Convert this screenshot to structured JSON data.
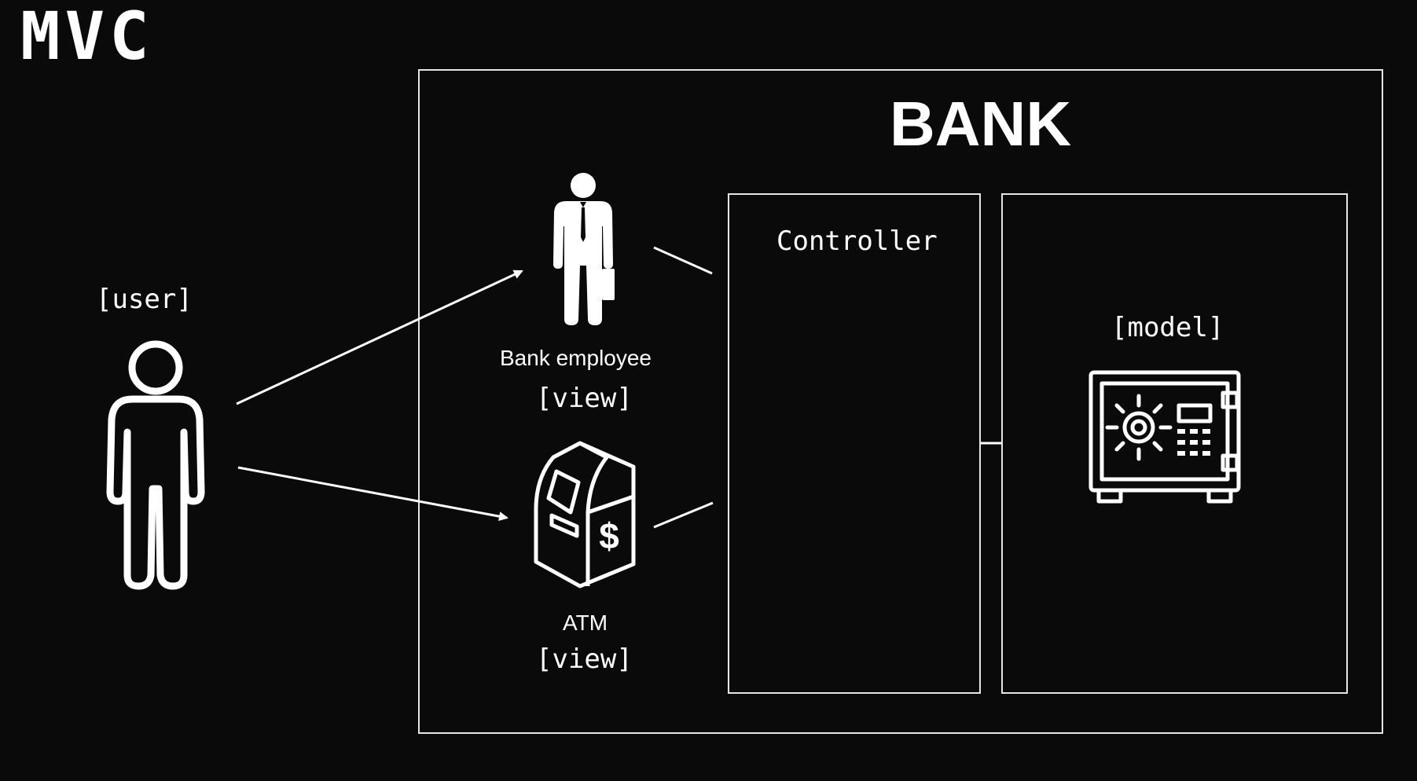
{
  "title": "MVC",
  "user": {
    "label": "[user]",
    "icon": "person-outline-icon"
  },
  "bank": {
    "title": "BANK",
    "employee": {
      "name": "Bank employee",
      "role": "[view]",
      "icon": "businessman-icon"
    },
    "atm": {
      "name": "ATM",
      "role": "[view]",
      "icon": "atm-machine-icon"
    },
    "controller": {
      "label": "Controller"
    },
    "model": {
      "label": "[model]",
      "icon": "safe-vault-icon"
    }
  },
  "colors": {
    "background": "#0a0a0a",
    "foreground": "#ffffff",
    "stroke": "#e6e6e6"
  }
}
